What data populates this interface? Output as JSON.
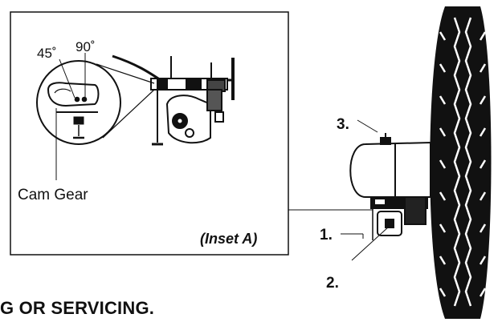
{
  "inset": {
    "label_45": "45˚",
    "label_90": "90˚",
    "cam_gear_label": "Cam Gear",
    "caption": "(Inset A)"
  },
  "callouts": {
    "c1": "1.",
    "c2": "2.",
    "c3": "3."
  },
  "footer": {
    "heading": "G OR SERVICING."
  }
}
